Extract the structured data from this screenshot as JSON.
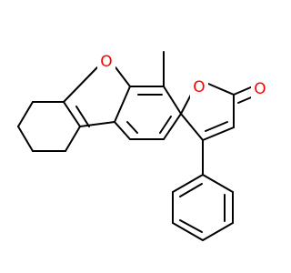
{
  "molecule": {
    "atoms": {
      "furan_oxygen": "O",
      "pyranone_ring_oxygen": "O",
      "carbonyl_oxygen": "O"
    },
    "colors": {
      "bond": "#000000",
      "oxygen": "#ff0000",
      "background": "#ffffff"
    }
  }
}
